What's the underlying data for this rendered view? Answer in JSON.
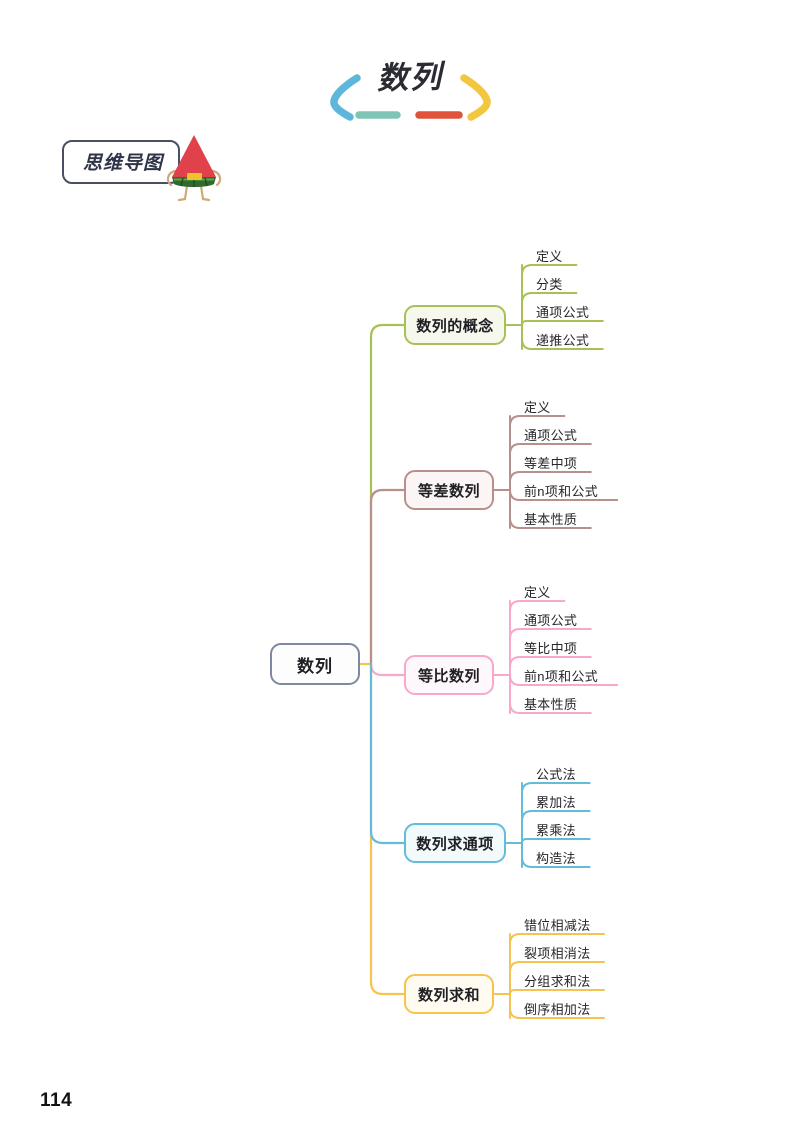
{
  "page": {
    "title": "数列",
    "badge_label": "思维导图",
    "page_number": "114",
    "mascot": "watermelon-mascot"
  },
  "decorations": {
    "left_bracket_color": "#5cb7db",
    "left_dash_color": "#7fc5b5",
    "right_bracket_color": "#f3c63f",
    "right_dash_color": "#e0523a"
  },
  "mindmap": {
    "root": {
      "label": "数列",
      "border_color": "#7d89a0",
      "fill_color": "#fdfdfe"
    },
    "trunk_color": "#f5c44f",
    "branches": [
      {
        "label": "数列的概念",
        "color": "#a8c155",
        "fill": "#f6f8ee",
        "children": [
          "定义",
          "分类",
          "通项公式",
          "递推公式"
        ]
      },
      {
        "label": "等差数列",
        "color": "#b98f8c",
        "fill": "#fbf6f5",
        "children": [
          "定义",
          "通项公式",
          "等差中项",
          "前n项和公式",
          "基本性质"
        ]
      },
      {
        "label": "等比数列",
        "color": "#f7a8cb",
        "fill": "#fef7fb",
        "children": [
          "定义",
          "通项公式",
          "等比中项",
          "前n项和公式",
          "基本性质"
        ]
      },
      {
        "label": "数列求通项",
        "color": "#63bcd8",
        "fill": "#f2fafc",
        "children": [
          "公式法",
          "累加法",
          "累乘法",
          "构造法"
        ]
      },
      {
        "label": "数列求和",
        "color": "#f5c44f",
        "fill": "#fffbf0",
        "children": [
          "错位相减法",
          "裂项相消法",
          "分组求和法",
          "倒序相加法"
        ]
      }
    ]
  }
}
